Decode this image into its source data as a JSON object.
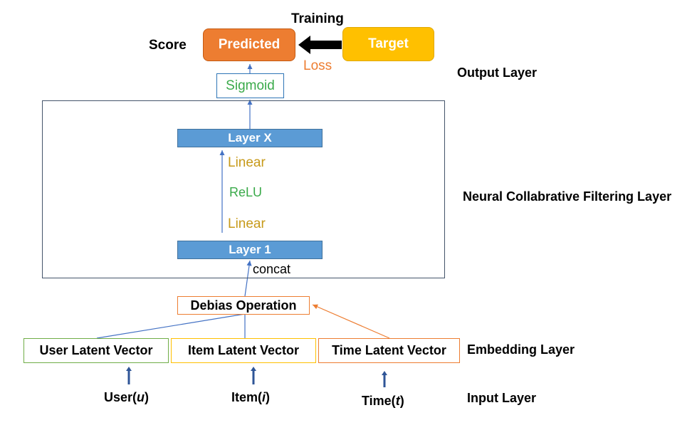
{
  "training": "Training",
  "score": "Score",
  "predicted": "Predicted",
  "target": "Target",
  "loss": "Loss",
  "sigmoid": "Sigmoid",
  "ncf_layers": {
    "top": "Layer X",
    "bottom": "Layer 1",
    "op_top": "Linear",
    "op_mid": "ReLU",
    "op_bottom": "Linear",
    "concat": "concat"
  },
  "debias": "Debias Operation",
  "embeddings": {
    "user": "User Latent Vector",
    "item": "Item Latent Vector",
    "time": "Time Latent Vector"
  },
  "inputs": {
    "user_prefix": "User(",
    "user_var": "u",
    "user_suffix": ")",
    "item_prefix": "Item(",
    "item_var": "i",
    "item_suffix": ")",
    "time_prefix": "Time(",
    "time_var": "t",
    "time_suffix": ")"
  },
  "layer_names": {
    "output": "Output Layer",
    "ncf": "Neural Collabrative Filtering Layer",
    "embedding": "Embedding Layer",
    "input": "Input Layer"
  },
  "colors": {
    "predicted_fill": "#ED7D31",
    "target_fill": "#FFC000",
    "layer_fill": "#5B9BD5",
    "linear_text": "#C79A1A",
    "green_text": "#3AAA4A",
    "loss_text": "#ED7D31",
    "frame_blue": "#44546A",
    "arrow_blue": "#4472C4",
    "user_border": "#70AD47",
    "item_border": "#FFC000",
    "time_border": "#ED7D31"
  }
}
